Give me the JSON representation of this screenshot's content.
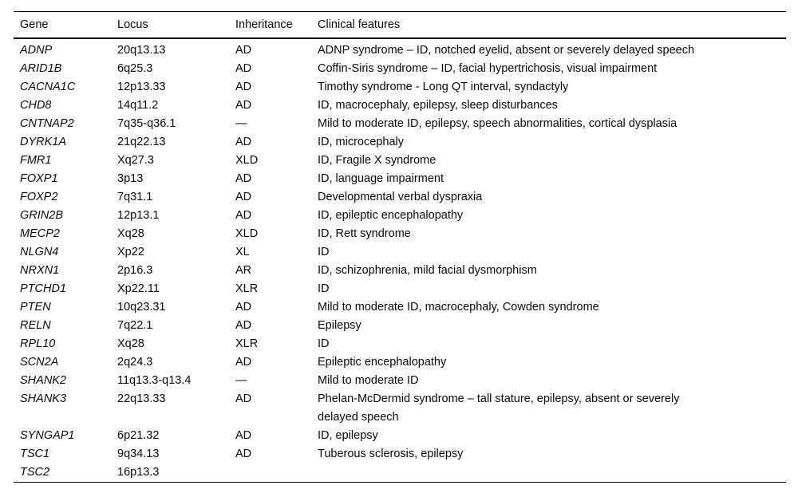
{
  "table": {
    "columns": [
      {
        "label": "Gene"
      },
      {
        "label": "Locus"
      },
      {
        "label": "Inheritance"
      },
      {
        "label": "Clinical features"
      }
    ],
    "rows": [
      {
        "gene": "ADNP",
        "locus": "20q13.13",
        "inheritance": "AD",
        "clinical": "ADNP syndrome – ID, notched eyelid, absent or severely delayed speech"
      },
      {
        "gene": "ARID1B",
        "locus": "6q25.3",
        "inheritance": "AD",
        "clinical": "Coffin-Siris syndrome – ID, facial hypertrichosis, visual impairment"
      },
      {
        "gene": "CACNA1C",
        "locus": "12p13.33",
        "inheritance": "AD",
        "clinical": "Timothy syndrome - Long QT interval, syndactyly"
      },
      {
        "gene": "CHD8",
        "locus": "14q11.2",
        "inheritance": "AD",
        "clinical": "ID, macrocephaly, epilepsy, sleep disturbances"
      },
      {
        "gene": "CNTNAP2",
        "locus": "7q35-q36.1",
        "inheritance": "—",
        "clinical": "Mild to moderate ID, epilepsy, speech abnormalities, cortical dysplasia"
      },
      {
        "gene": "DYRK1A",
        "locus": "21q22.13",
        "inheritance": "AD",
        "clinical": "ID, microcephaly"
      },
      {
        "gene": "FMR1",
        "locus": "Xq27.3",
        "inheritance": "XLD",
        "clinical": "ID, Fragile X syndrome"
      },
      {
        "gene": "FOXP1",
        "locus": "3p13",
        "inheritance": "AD",
        "clinical": "ID, language impairment"
      },
      {
        "gene": "FOXP2",
        "locus": "7q31.1",
        "inheritance": "AD",
        "clinical": "Developmental verbal dyspraxia"
      },
      {
        "gene": "GRIN2B",
        "locus": "12p13.1",
        "inheritance": "AD",
        "clinical": "ID, epileptic encephalopathy"
      },
      {
        "gene": "MECP2",
        "locus": "Xq28",
        "inheritance": "XLD",
        "clinical": "ID, Rett syndrome"
      },
      {
        "gene": "NLGN4",
        "locus": "Xp22",
        "inheritance": "XL",
        "clinical": "ID"
      },
      {
        "gene": "NRXN1",
        "locus": "2p16.3",
        "inheritance": "AR",
        "clinical": "ID, schizophrenia, mild facial dysmorphism"
      },
      {
        "gene": "PTCHD1",
        "locus": "Xp22.11",
        "inheritance": "XLR",
        "clinical": "ID"
      },
      {
        "gene": "PTEN",
        "locus": "10q23.31",
        "inheritance": "AD",
        "clinical": "Mild to moderate ID, macrocephaly, Cowden syndrome"
      },
      {
        "gene": "RELN",
        "locus": "7q22.1",
        "inheritance": "AD",
        "clinical": "Epilepsy"
      },
      {
        "gene": "RPL10",
        "locus": "Xq28",
        "inheritance": "XLR",
        "clinical": "ID"
      },
      {
        "gene": "SCN2A",
        "locus": "2q24.3",
        "inheritance": "AD",
        "clinical": "Epileptic encephalopathy"
      },
      {
        "gene": "SHANK2",
        "locus": "11q13.3-q13.4",
        "inheritance": "—",
        "clinical": "Mild to moderate ID"
      },
      {
        "gene": "SHANK3",
        "locus": "22q13.33",
        "inheritance": "AD",
        "clinical": "Phelan-McDermid syndrome – tall stature, epilepsy, absent or severely\ndelayed speech"
      },
      {
        "gene": "SYNGAP1",
        "locus": "6p21.32",
        "inheritance": "AD",
        "clinical": "ID, epilepsy"
      },
      {
        "gene": "TSC1",
        "locus": "9q34.13",
        "inheritance": "AD",
        "clinical": "Tuberous sclerosis, epilepsy"
      },
      {
        "gene": "TSC2",
        "locus": "16p13.3",
        "inheritance": "",
        "clinical": ""
      }
    ]
  }
}
